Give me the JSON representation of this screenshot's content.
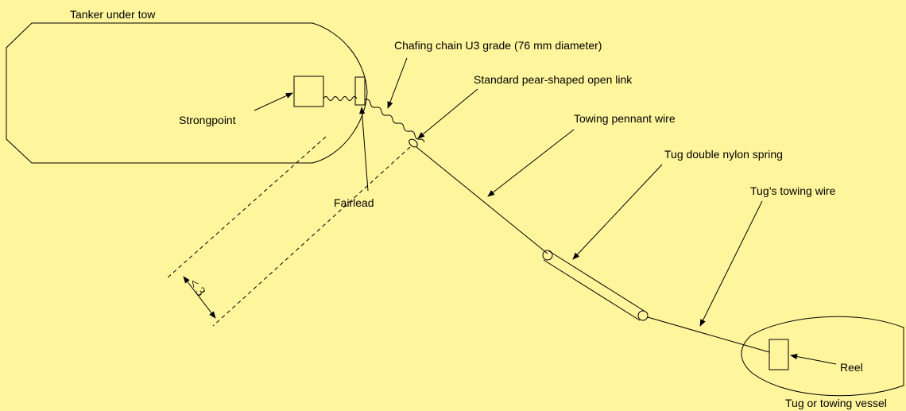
{
  "colors": {
    "background": "#FFF59D",
    "line": "#000000"
  },
  "labels": {
    "tanker": "Tanker under tow",
    "chafing_chain": "Chafing chain U3 grade (76 mm diameter)",
    "pear_link": "Standard pear-shaped open link",
    "strongpoint": "Strongpoint",
    "towing_pennant": "Towing pennant wire",
    "nylon_spring": "Tug double nylon spring",
    "tug_wire": "Tug’s towing wire",
    "fairlead": "Fairlead",
    "reel": "Reel",
    "tug": "Tug or towing vessel",
    "dimension": "< 3"
  }
}
